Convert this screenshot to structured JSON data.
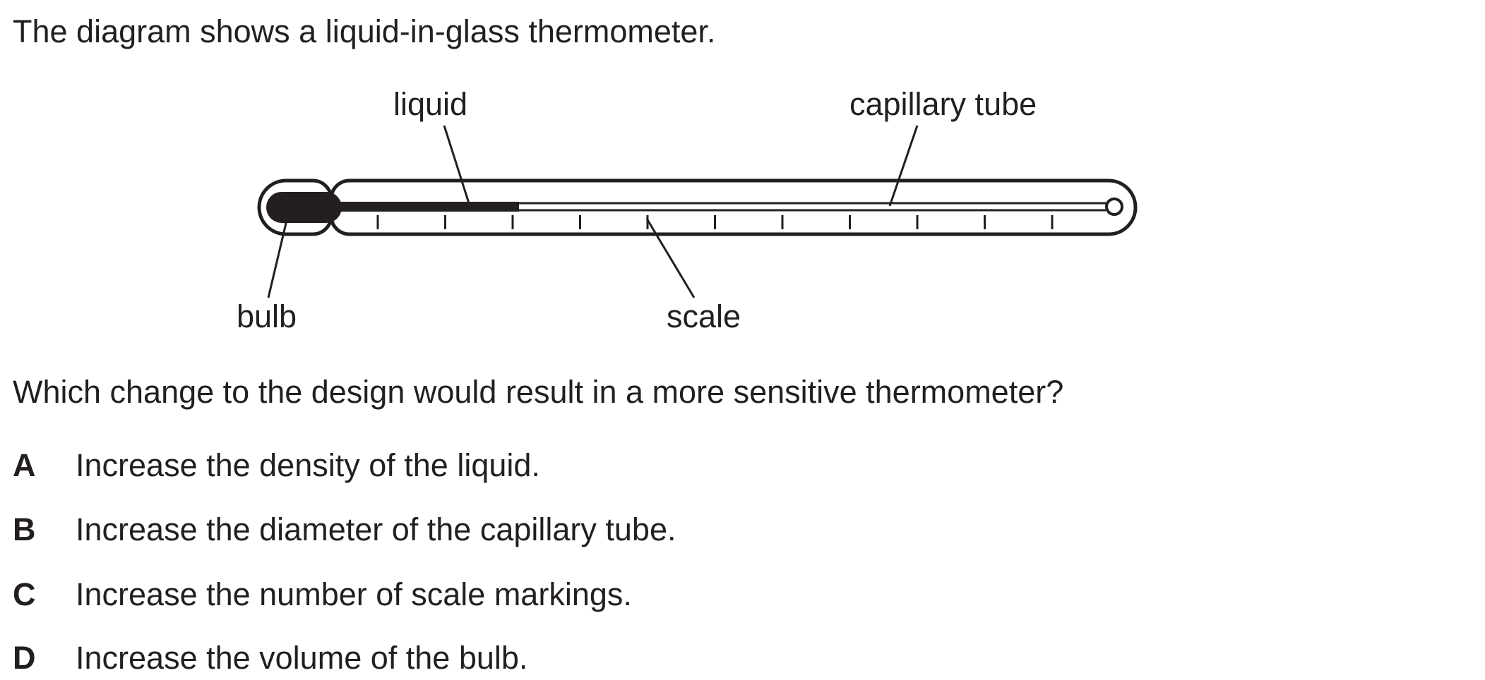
{
  "intro": "The diagram shows a liquid-in-glass thermometer.",
  "diagram": {
    "labels": {
      "liquid": "liquid",
      "capillary_tube": "capillary tube",
      "bulb": "bulb",
      "scale": "scale"
    },
    "scale_markings": 11
  },
  "question": "Which change to the design would result in a more sensitive thermometer?",
  "options": [
    {
      "letter": "A",
      "text": "Increase the density of the liquid."
    },
    {
      "letter": "B",
      "text": "Increase the diameter of the capillary tube."
    },
    {
      "letter": "C",
      "text": "Increase the number of scale markings."
    },
    {
      "letter": "D",
      "text": "Increase the volume of the bulb."
    }
  ],
  "colors": {
    "ink": "#231f20",
    "paper": "#ffffff"
  }
}
